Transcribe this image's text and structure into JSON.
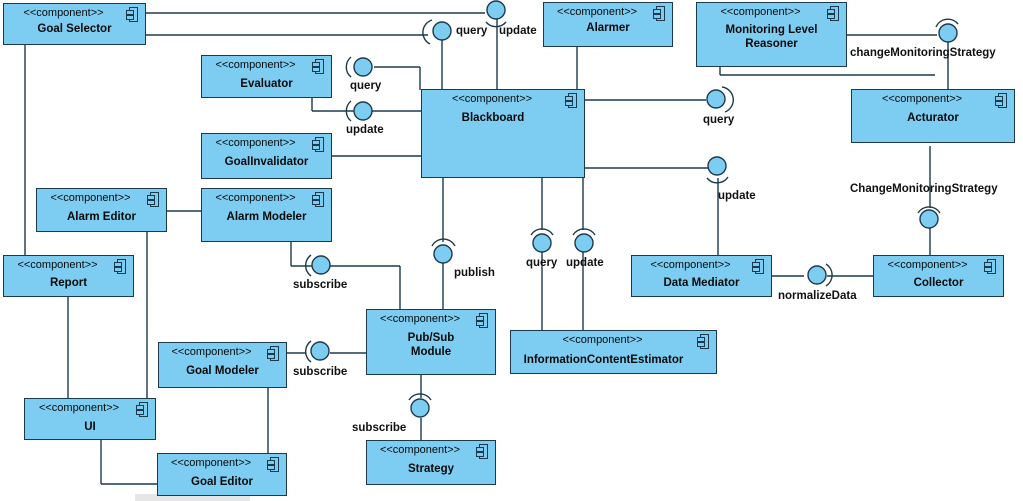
{
  "stereotype": "<<component>>",
  "components": {
    "goal_selector": "Goal Selector",
    "alarmer": "Alarmer",
    "monitoring_level_reasoner": "Monitoring Level\nReasoner",
    "evaluator": "Evaluator",
    "blackboard": "Blackboard",
    "acturator": "Acturator",
    "goal_invalidator": "GoalInvalidator",
    "alarm_editor": "Alarm Editor",
    "alarm_modeler": "Alarm Modeler",
    "report": "Report",
    "data_mediator": "Data Mediator",
    "collector": "Collector",
    "pubsub_module": "Pub/Sub\nModule",
    "information_content_estimator": "InformationContentEstimator",
    "goal_modeler": "Goal Modeler",
    "ui": "UI",
    "goal_editor": "Goal Editor",
    "strategy": "Strategy"
  },
  "labels": {
    "query_goal_selector": "query",
    "update_goal_selector": "update",
    "change_monitoring_strategy_top": "changeMonitoringStrategy",
    "query_evaluator": "query",
    "update_evaluator": "update",
    "query_reasoner": "query",
    "update_data_mediator": "update",
    "change_monitoring_strategy_collector": "ChangeMonitoringStrategy",
    "publish": "publish",
    "query_estimator": "query",
    "update_estimator": "update",
    "subscribe_alarm_modeler": "subscribe",
    "normalize_data": "normalizeData",
    "subscribe_goal_modeler": "subscribe",
    "subscribe_strategy": "subscribe"
  }
}
